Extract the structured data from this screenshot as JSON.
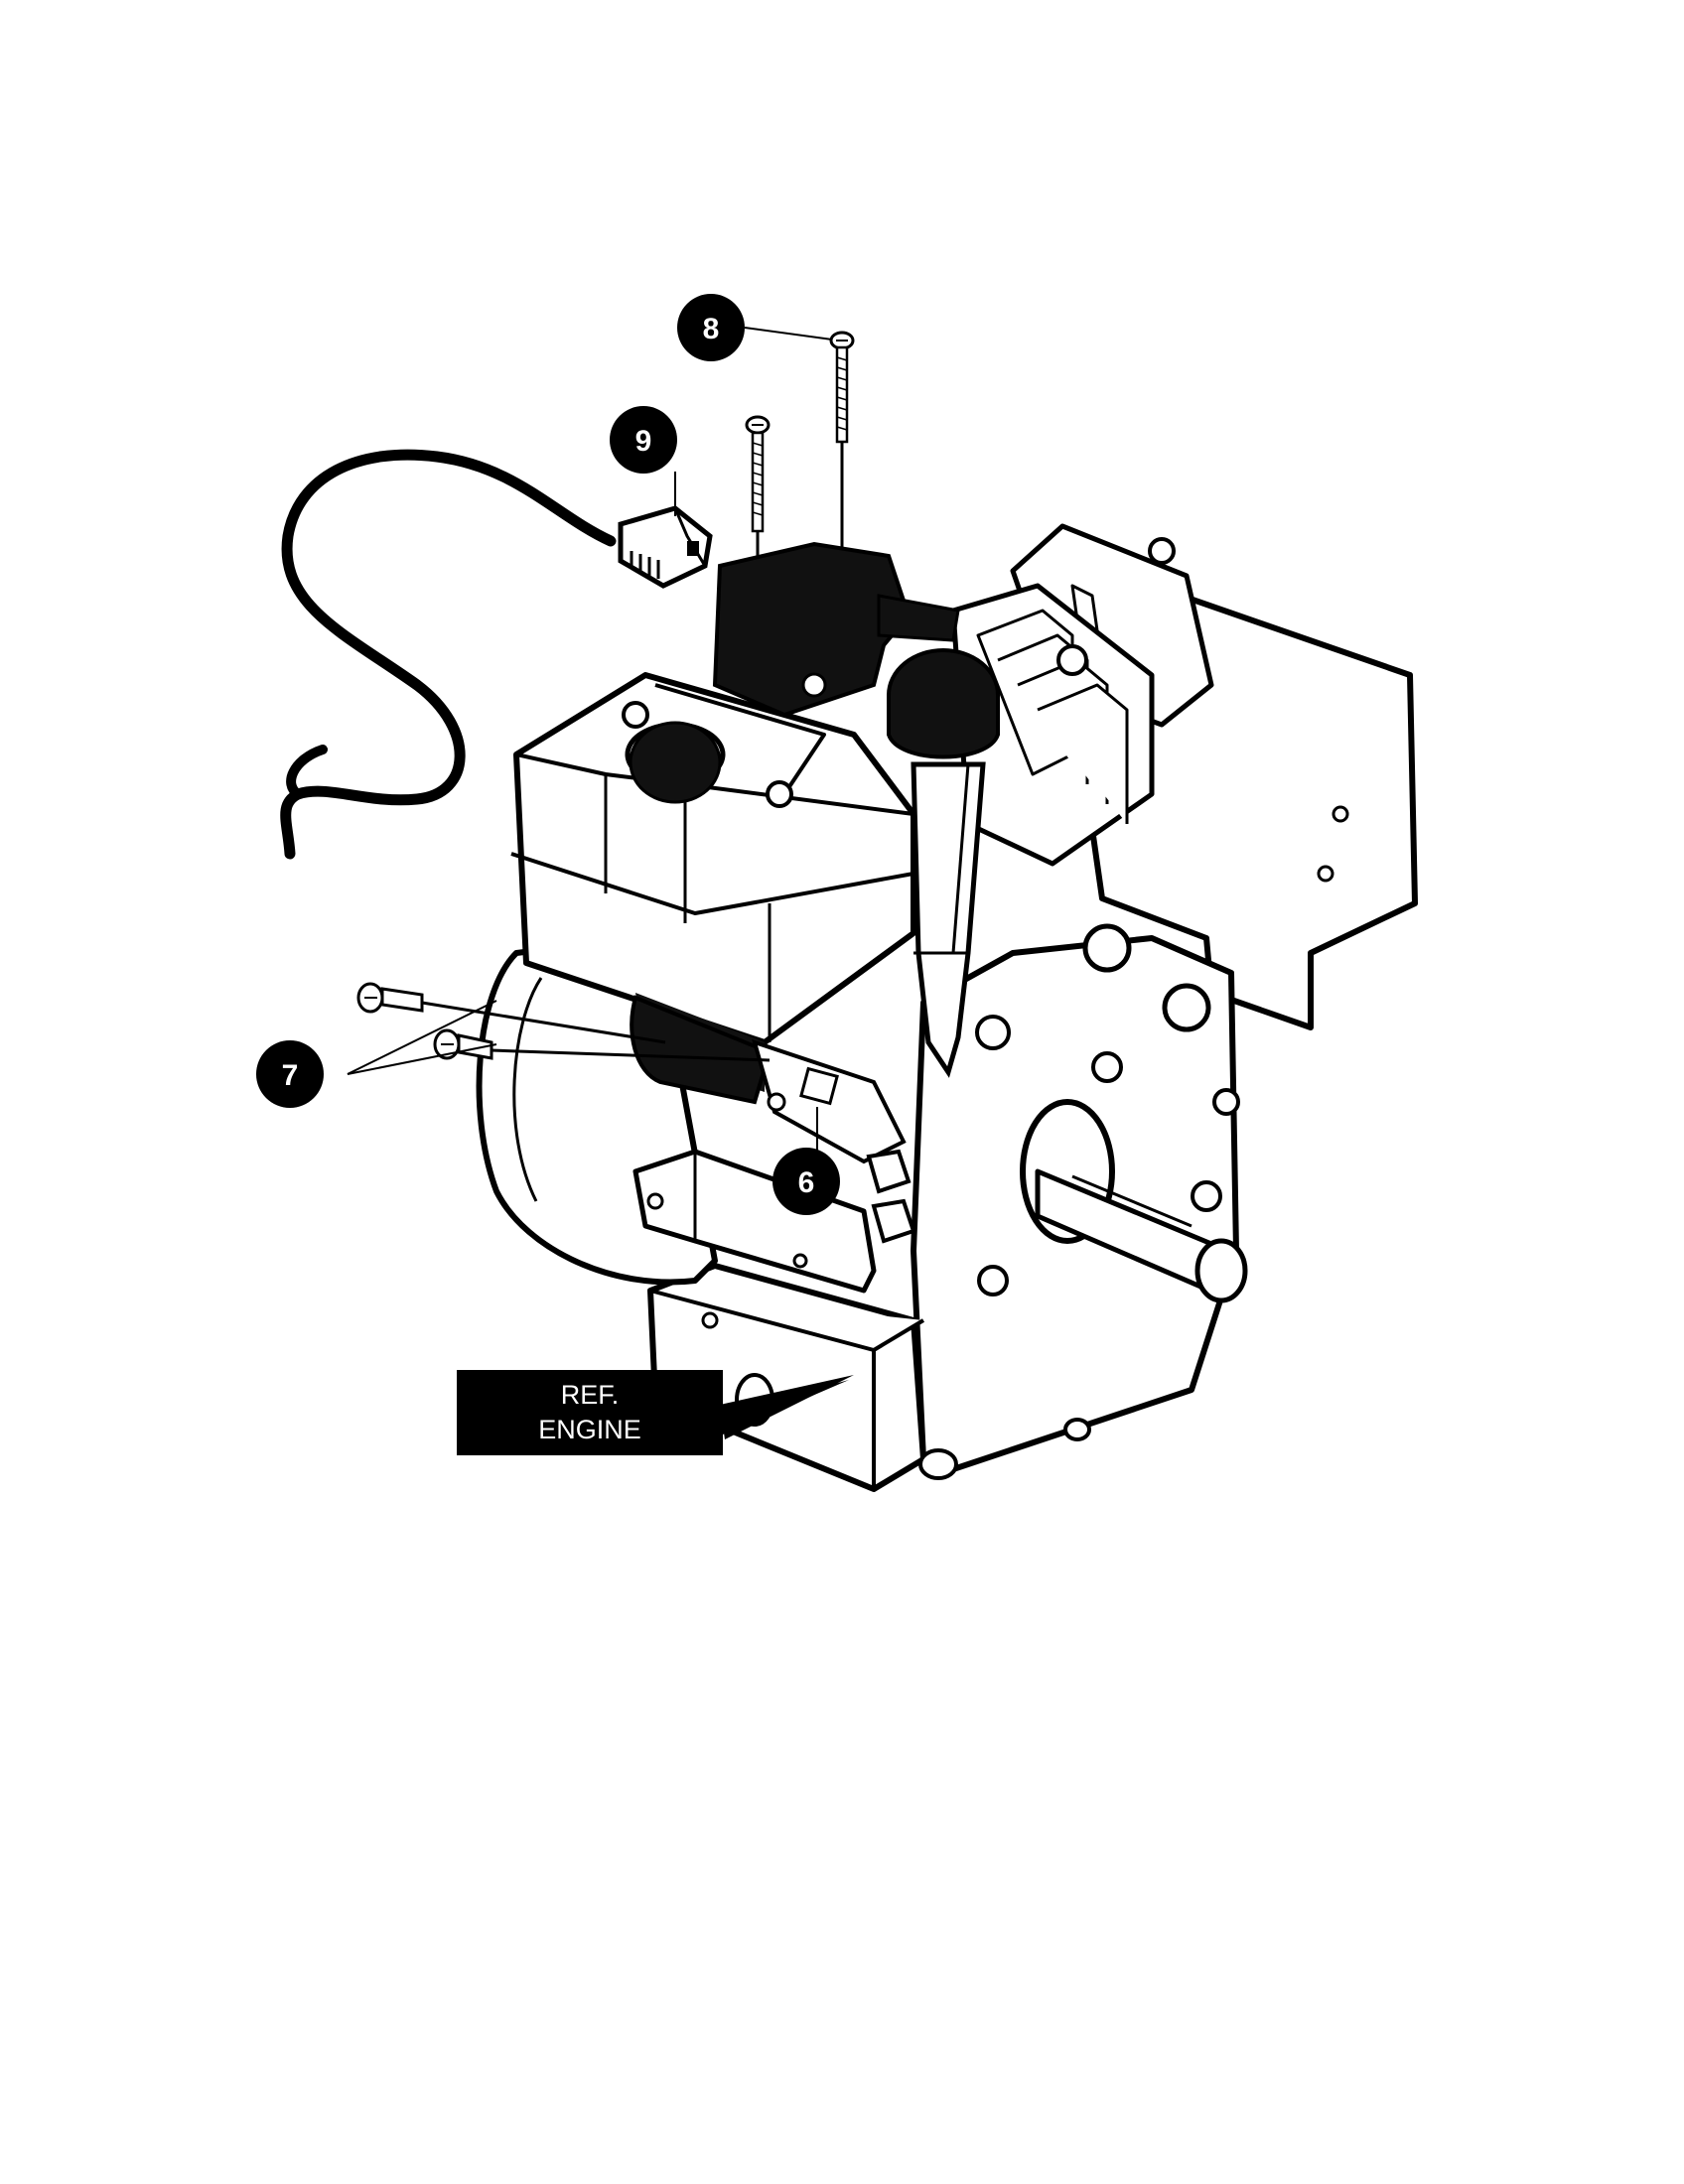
{
  "callouts": [
    {
      "id": "8",
      "label": "8"
    },
    {
      "id": "9",
      "label": "9"
    },
    {
      "id": "7",
      "label": "7"
    },
    {
      "id": "6",
      "label": "6"
    }
  ],
  "ref_label": {
    "line1": "REF.",
    "line2": "ENGINE"
  },
  "colors": {
    "line": "#000000",
    "fill": "#ffffff",
    "dark": "#111111",
    "callout": "#000000"
  }
}
